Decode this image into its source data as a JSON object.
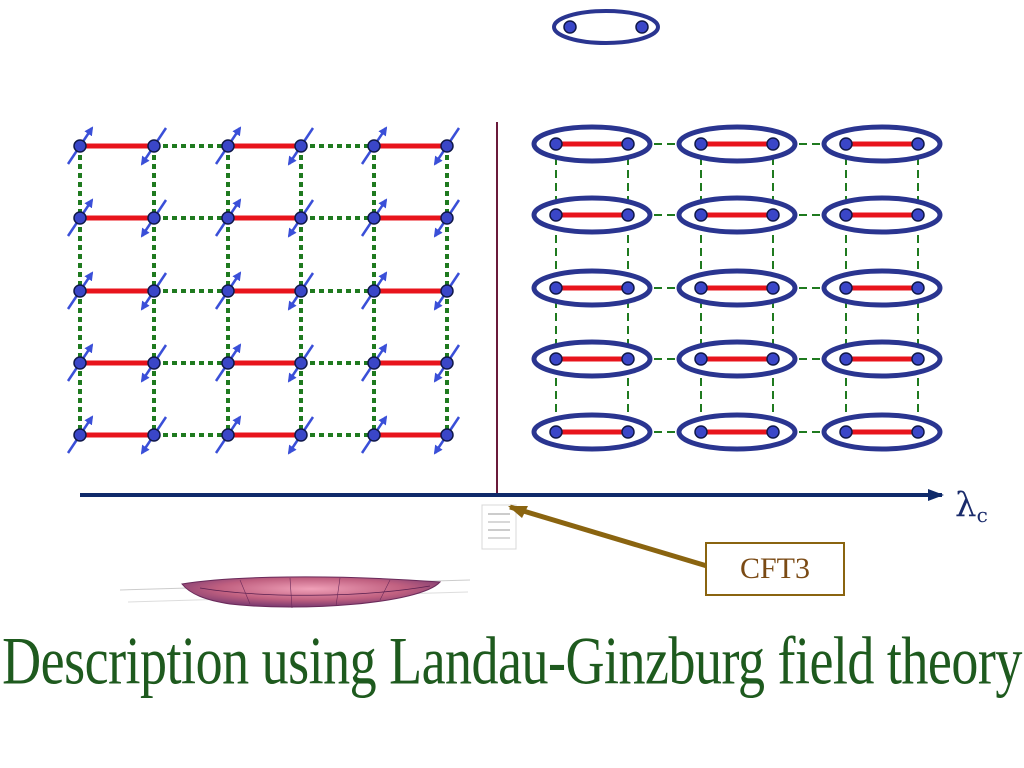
{
  "axis": {
    "symbol": "λ",
    "subscript": "c"
  },
  "critical_label": "CFT3",
  "title": "Description using Landau-Ginzburg field theory",
  "colors": {
    "dimer_bond": "#e8141c",
    "weak_bond": "#1f7a1f",
    "site": "#3a46c8",
    "spin_arrow": "#3a4fd8",
    "singlet_ellipse": "#2a3590",
    "axis": "#0f2a6a",
    "critical_line": "#6a1a3a",
    "cft_arrow": "#8a6410",
    "title": "#1e5a1e"
  },
  "icons": [
    "dimer-singlet-icon",
    "spin-arrow-icon",
    "mexican-hat-potential-icon"
  ]
}
